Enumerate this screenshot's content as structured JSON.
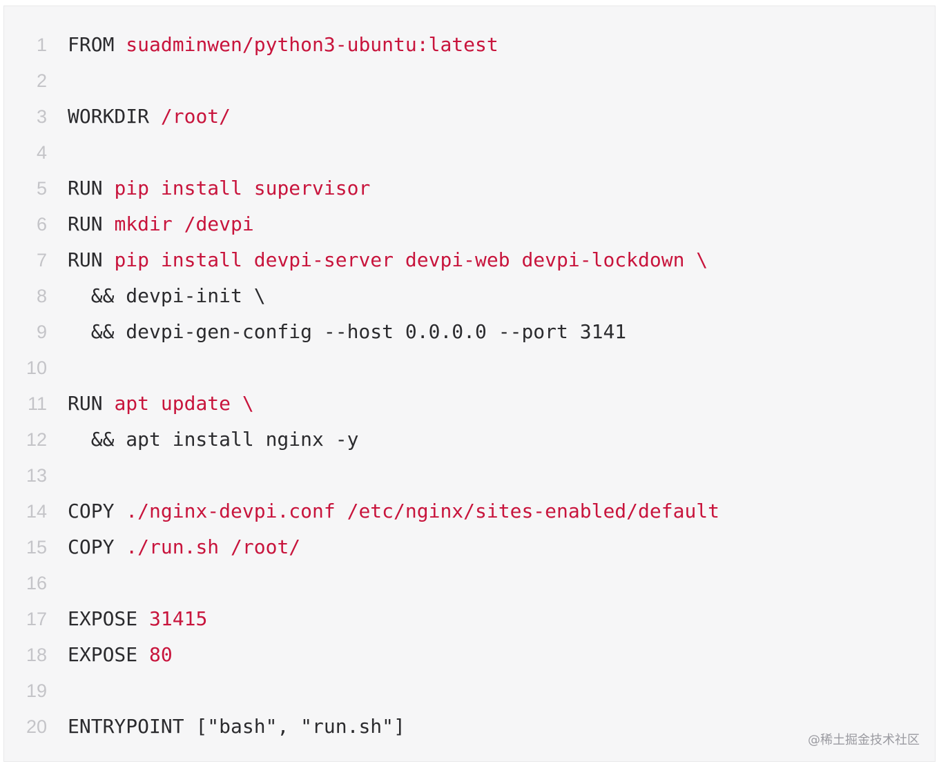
{
  "code_block": {
    "lines": [
      {
        "n": "1",
        "kw": "FROM",
        "sep": " ",
        "arg": "suadminwen/python3-ubuntu:latest",
        "plain": ""
      },
      {
        "n": "2",
        "kw": "",
        "sep": "",
        "arg": "",
        "plain": ""
      },
      {
        "n": "3",
        "kw": "WORKDIR",
        "sep": " ",
        "arg": "/root/",
        "plain": ""
      },
      {
        "n": "4",
        "kw": "",
        "sep": "",
        "arg": "",
        "plain": ""
      },
      {
        "n": "5",
        "kw": "RUN",
        "sep": " ",
        "arg": "pip install supervisor",
        "plain": ""
      },
      {
        "n": "6",
        "kw": "RUN",
        "sep": " ",
        "arg": "mkdir /devpi",
        "plain": ""
      },
      {
        "n": "7",
        "kw": "RUN",
        "sep": " ",
        "arg": "pip install devpi-server devpi-web devpi-lockdown \\",
        "plain": ""
      },
      {
        "n": "8",
        "kw": "",
        "sep": "",
        "arg": "",
        "plain": "  && devpi-init \\"
      },
      {
        "n": "9",
        "kw": "",
        "sep": "",
        "arg": "",
        "plain": "  && devpi-gen-config --host 0.0.0.0 --port 3141"
      },
      {
        "n": "10",
        "kw": "",
        "sep": "",
        "arg": "",
        "plain": ""
      },
      {
        "n": "11",
        "kw": "RUN",
        "sep": " ",
        "arg": "apt update \\",
        "plain": ""
      },
      {
        "n": "12",
        "kw": "",
        "sep": "",
        "arg": "",
        "plain": "  && apt install nginx -y"
      },
      {
        "n": "13",
        "kw": "",
        "sep": "",
        "arg": "",
        "plain": ""
      },
      {
        "n": "14",
        "kw": "COPY",
        "sep": " ",
        "arg": "./nginx-devpi.conf /etc/nginx/sites-enabled/default",
        "plain": ""
      },
      {
        "n": "15",
        "kw": "COPY",
        "sep": " ",
        "arg": "./run.sh /root/",
        "plain": ""
      },
      {
        "n": "16",
        "kw": "",
        "sep": "",
        "arg": "",
        "plain": ""
      },
      {
        "n": "17",
        "kw": "EXPOSE",
        "sep": " ",
        "arg": "31415",
        "plain": ""
      },
      {
        "n": "18",
        "kw": "EXPOSE",
        "sep": " ",
        "arg": "80",
        "plain": ""
      },
      {
        "n": "19",
        "kw": "",
        "sep": "",
        "arg": "",
        "plain": ""
      },
      {
        "n": "20",
        "kw": "ENTRYPOINT",
        "sep": " ",
        "arg": "",
        "plain": "[\"bash\", \"run.sh\"]"
      }
    ],
    "colors": {
      "argument": "#c8143c",
      "text": "#2b2b2e",
      "line_number": "#c4c4c8",
      "background": "#f6f6f7"
    }
  },
  "watermark": "@稀土掘金技术社区"
}
